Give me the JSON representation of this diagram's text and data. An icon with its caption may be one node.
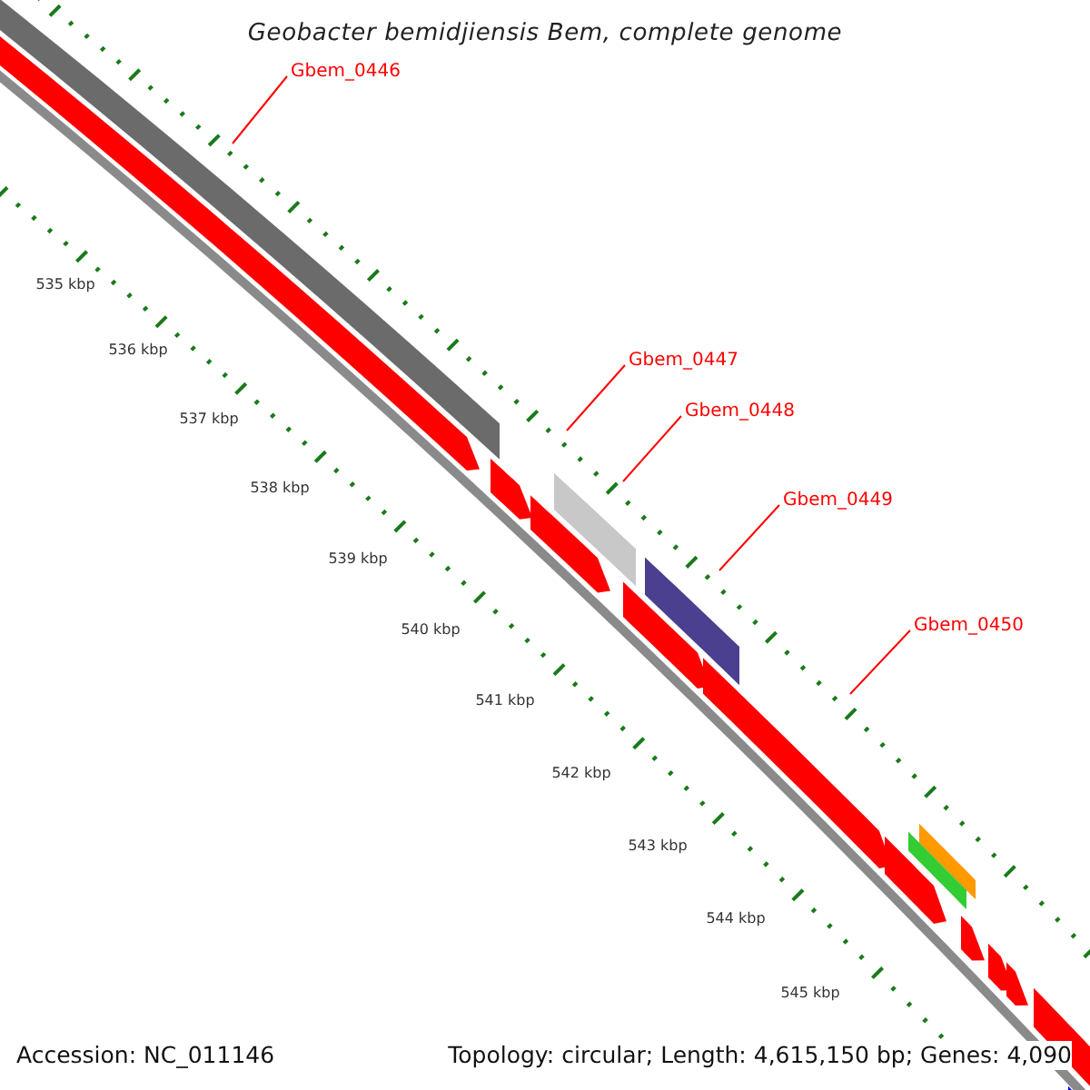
{
  "diagram": {
    "title": "Geobacter bemidjiensis Bem, complete genome",
    "nodes": [
      {
        "text": [
          "Gbem_0446"
        ]
      },
      {
        "text": [
          "Gbem_0447"
        ]
      },
      {
        "text": [
          "Gbem_0448"
        ]
      },
      {
        "text": [
          "Gbem_0449"
        ]
      },
      {
        "text": [
          "Gbem_0450"
        ]
      }
    ],
    "edges": [
      {
        "from": 0,
        "to": null,
        "arrow": "none"
      },
      {
        "from": 1,
        "to": null,
        "arrow": "none"
      },
      {
        "from": 2,
        "to": null,
        "arrow": "none"
      },
      {
        "from": 3,
        "to": null,
        "arrow": "none"
      },
      {
        "from": 4,
        "to": null,
        "arrow": "none"
      }
    ],
    "labels": [
      "535 kbp",
      "536 kbp",
      "537 kbp",
      "538 kbp",
      "539 kbp",
      "540 kbp",
      "541 kbp",
      "542 kbp",
      "543 kbp",
      "544 kbp",
      "545 kbp",
      "Accession: NC_011146",
      "Topology: circular; Length: 4,615,150 bp; Genes: 4,090"
    ]
  }
}
